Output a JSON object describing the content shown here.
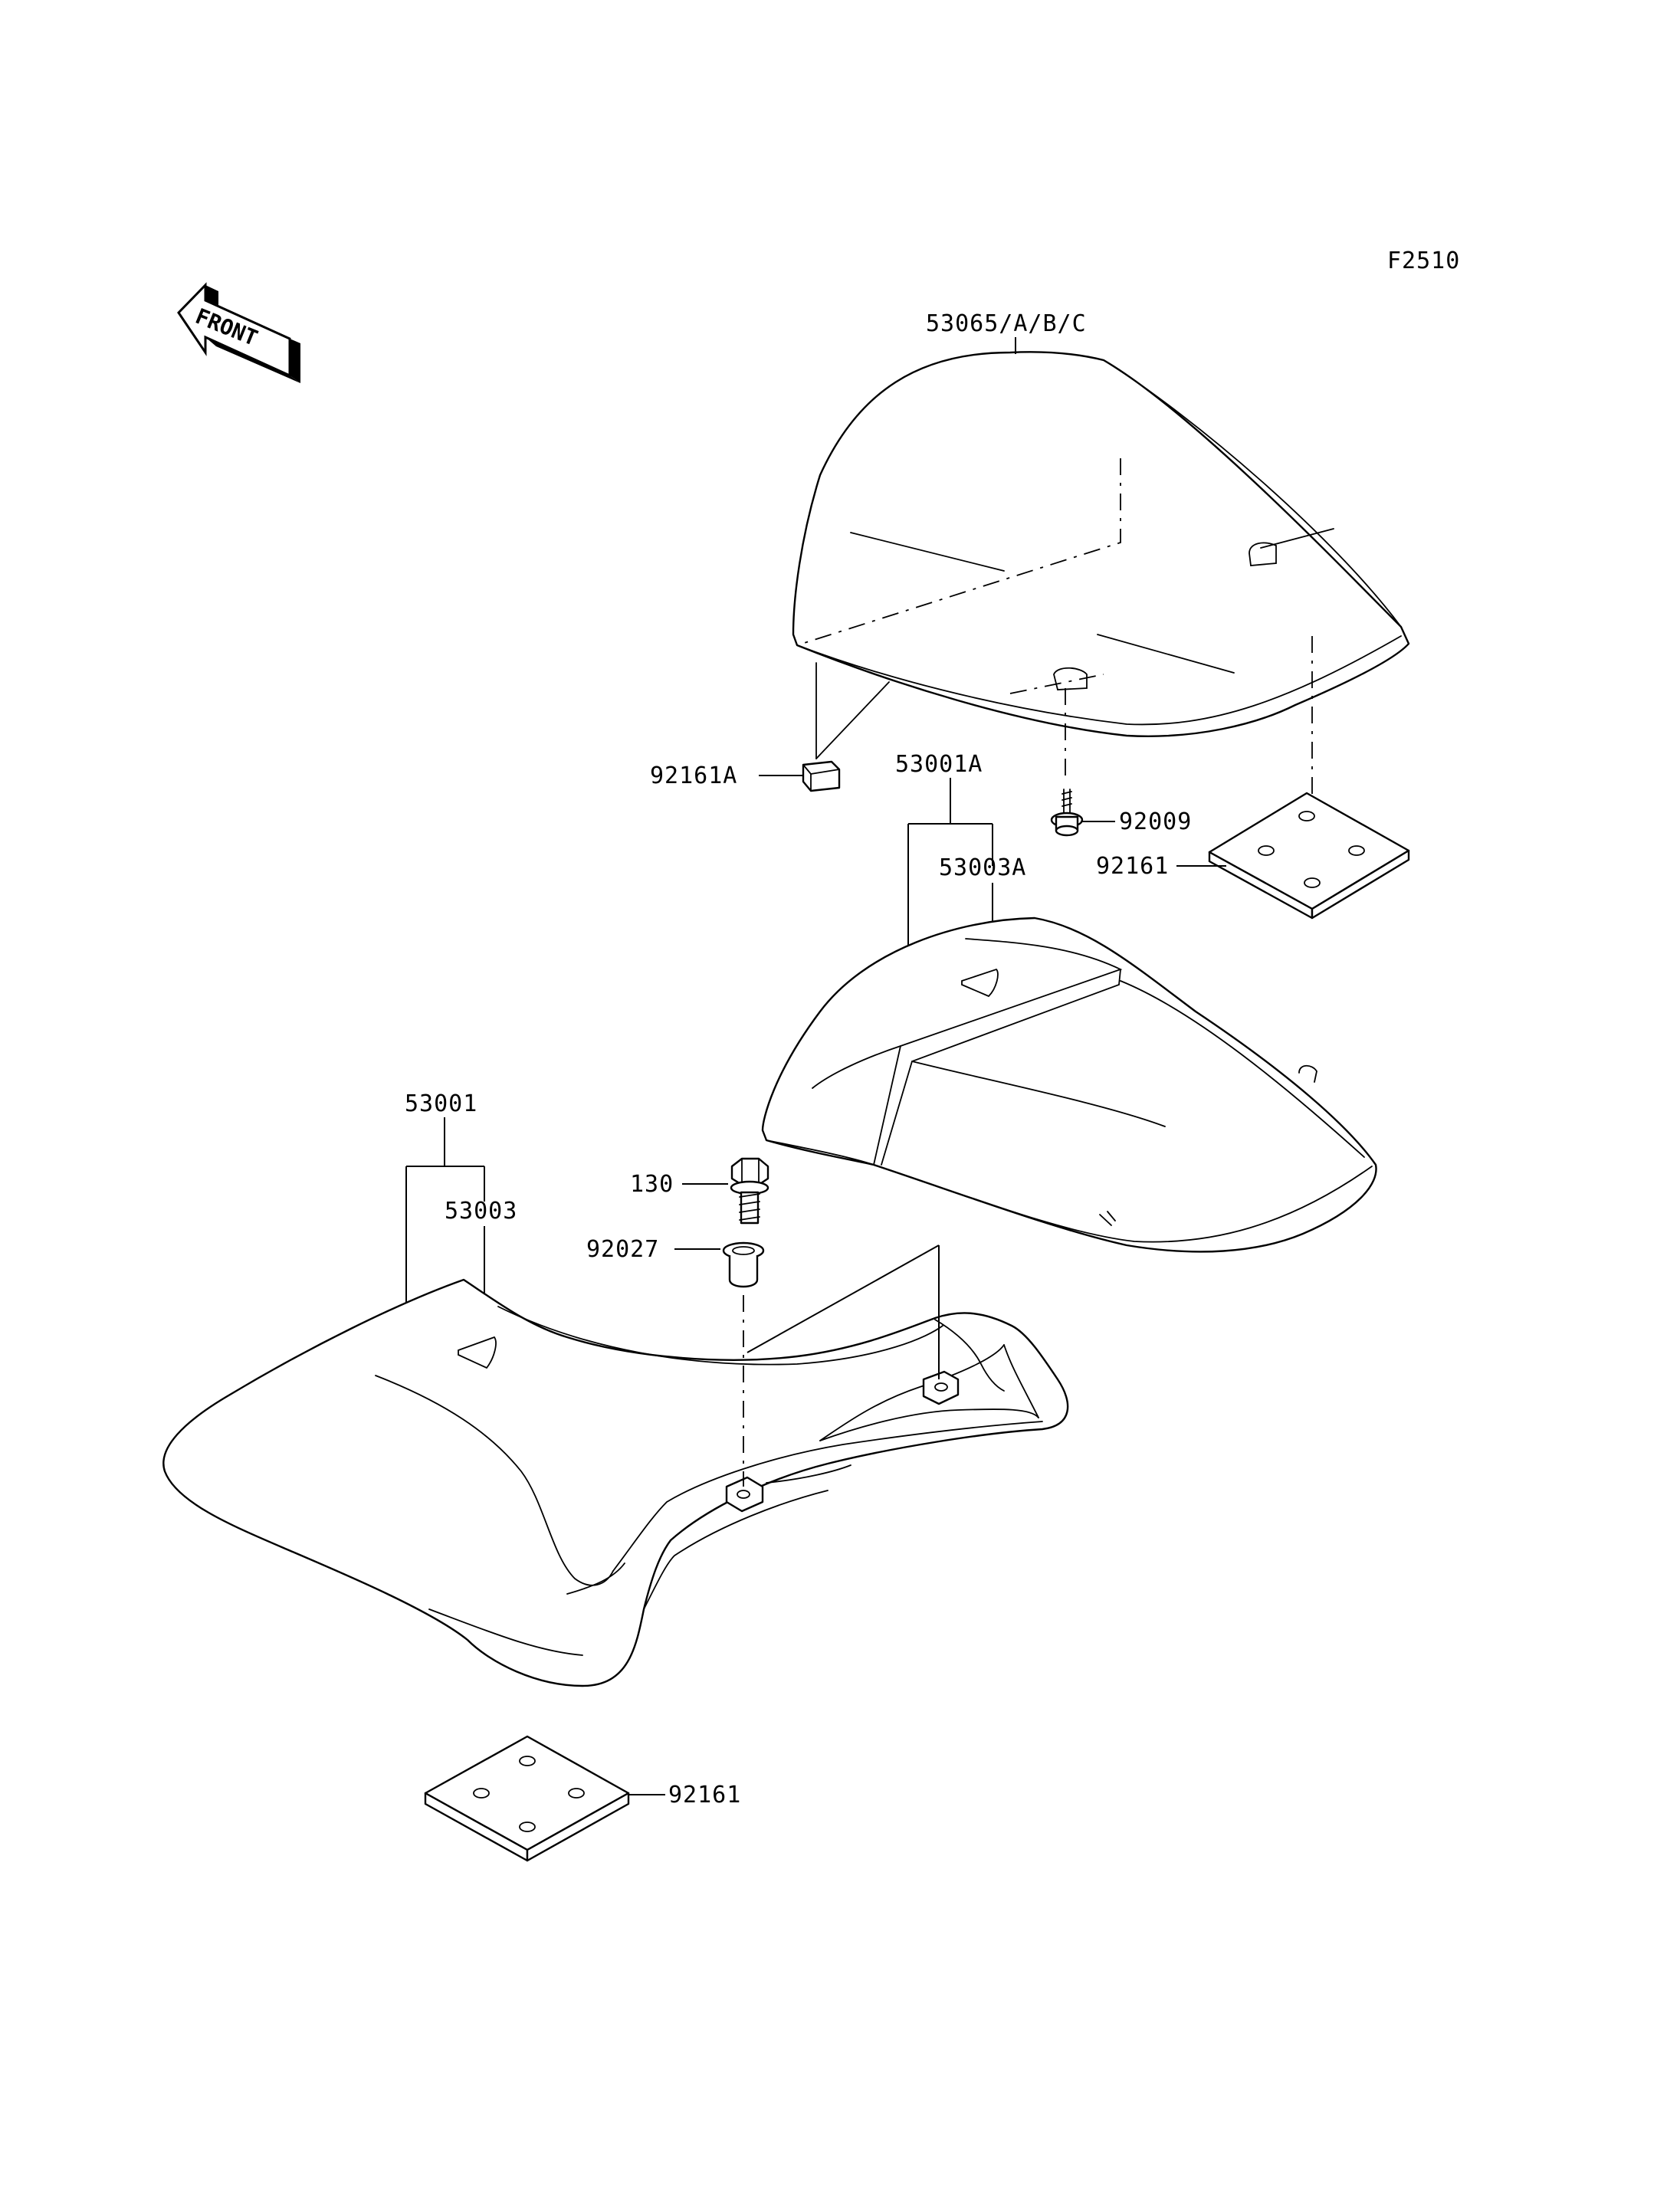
{
  "figure_code": "F2510",
  "front_badge": "FRONT",
  "parts": {
    "seat_cover": "53065/A/B/C",
    "damper_small": "92161A",
    "rear_seat_assy": "53001A",
    "rear_seat_cover": "53003A",
    "bolt_92009": "92009",
    "damper_plate_upper": "92161",
    "front_seat_assy": "53001",
    "front_seat_cover": "53003",
    "bolt_130": "130",
    "collar": "92027",
    "damper_plate_lower": "92161"
  }
}
